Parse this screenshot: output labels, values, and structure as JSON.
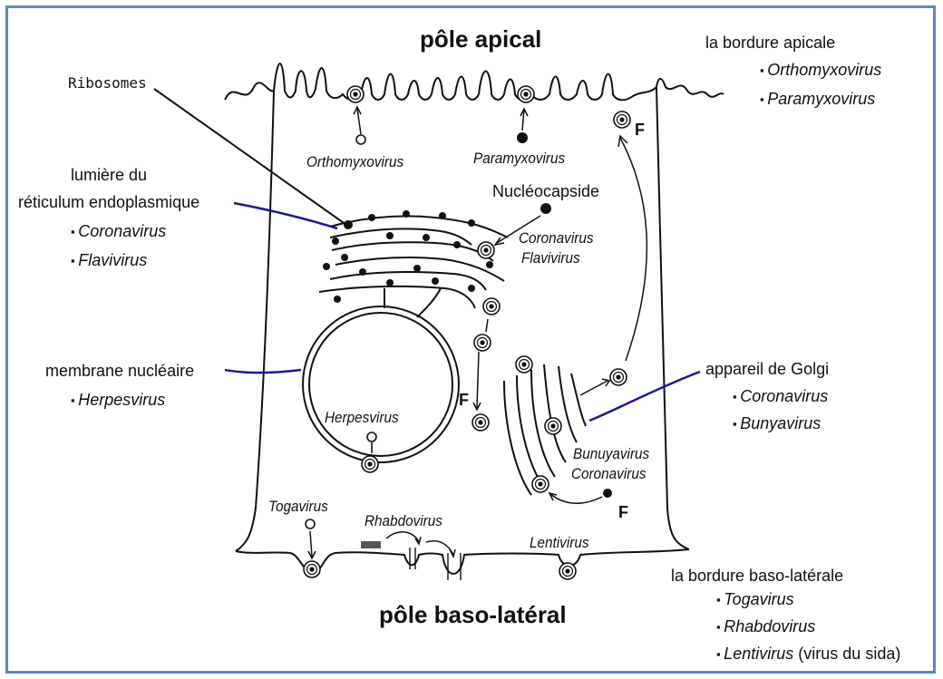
{
  "poles": {
    "apical": "pôle apical",
    "baso": "pôle baso-latéral"
  },
  "left_labels": {
    "ribosomes": "Ribosomes",
    "reticulum_line1": "lumière du",
    "reticulum_line2": "réticulum endoplasmique",
    "reticulum_viruses": [
      "Coronavirus",
      "Flavivirus"
    ],
    "membrane": "membrane nucléaire",
    "membrane_viruses": [
      "Herpesvirus"
    ]
  },
  "right_labels": {
    "apical_border": "la bordure apicale",
    "apical_viruses": [
      "Orthomyxovirus",
      "Paramyxovirus"
    ],
    "golgi": "appareil de Golgi",
    "golgi_viruses": [
      "Coronavirus",
      "Bunyavirus"
    ],
    "baso_border": "la bordure baso-latérale",
    "baso_viruses": [
      "Togavirus",
      "Rhabdovirus",
      "Lentivirus"
    ],
    "lentivirus_note": "(virus du sida)"
  },
  "cell_labels": {
    "orthomyxo": "Orthomyxovirus",
    "paramyxo": "Paramyxovirus",
    "nucleocapsid": "Nucléocapside",
    "corona": "Coronavirus",
    "flavi": "Flavivirus",
    "herpes": "Herpesvirus",
    "bunya": "Bunuyavirus",
    "corona2": "Coronavirus",
    "toga": "Togavirus",
    "rhabdo": "Rhabdovirus",
    "lenti": "Lentivirus",
    "f_marker": "F"
  },
  "colors": {
    "frame": "#5b87c6",
    "pointer_line": "#1a1a8c",
    "ink": "#111111"
  }
}
